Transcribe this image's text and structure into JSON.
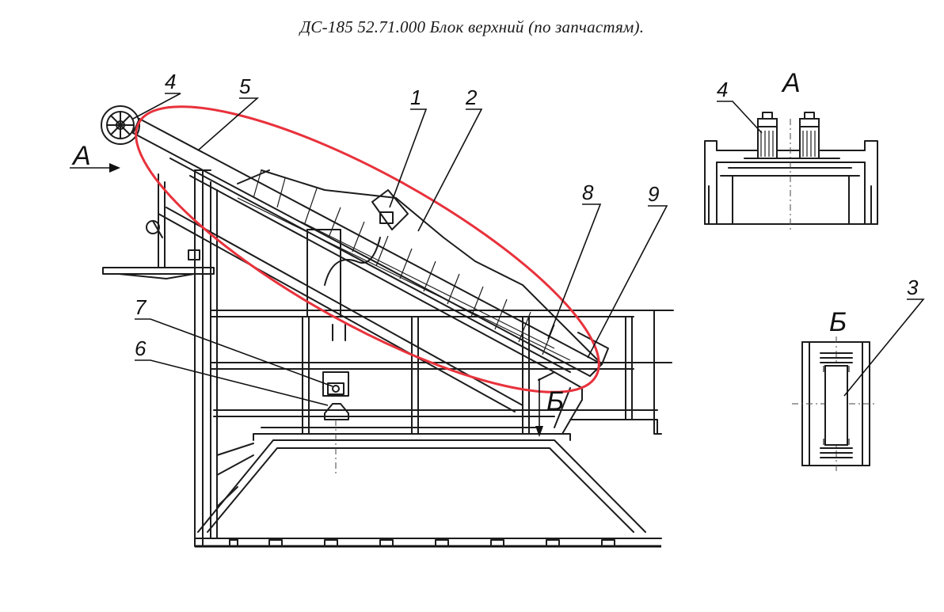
{
  "title": "ДС-185 52.71.000  Блок верхний  (по запчастям).",
  "labels": {
    "p1": "1",
    "p2": "2",
    "p3": "3",
    "p4_main": "4",
    "p4_view": "4",
    "p5": "5",
    "p6": "6",
    "p7": "7",
    "p8": "8",
    "p9": "9",
    "view_a_arrow": "А",
    "view_a_title": "А",
    "view_b_arrow": "Б",
    "view_b_title": "Б"
  },
  "colors": {
    "line": "#1c1c1c",
    "highlight": "#e8323c",
    "background": "#ffffff"
  }
}
